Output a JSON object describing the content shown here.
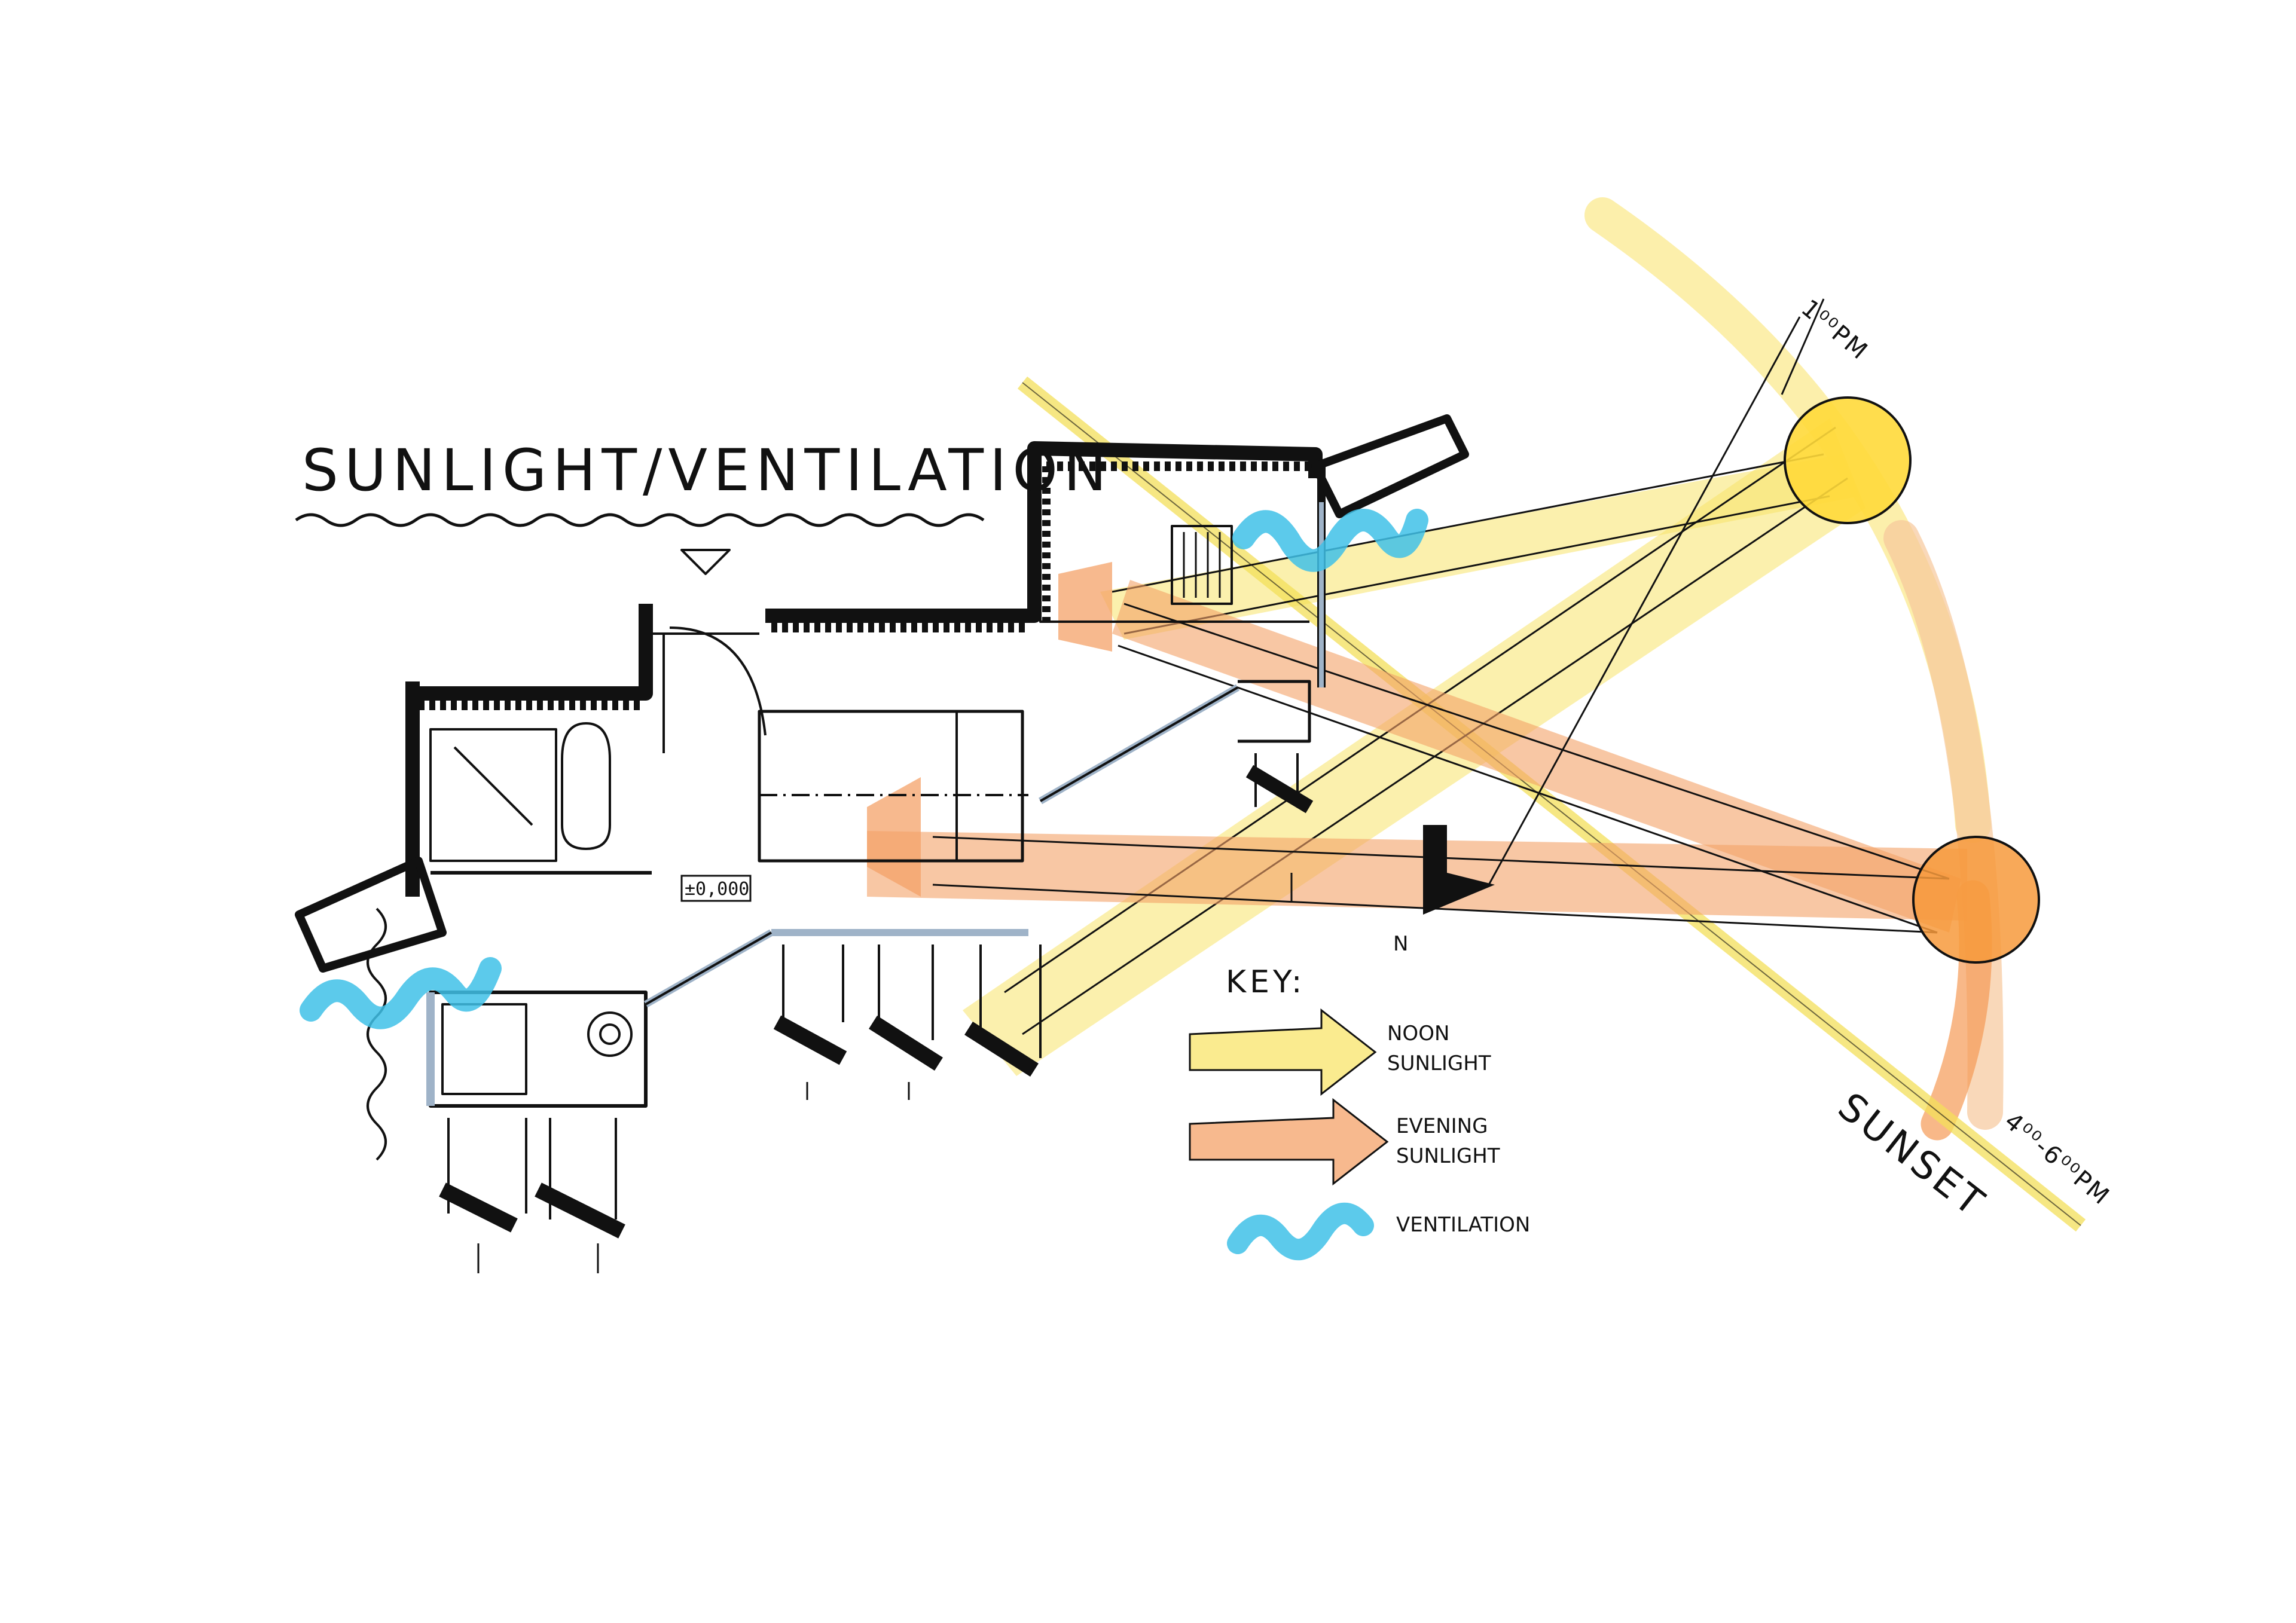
{
  "title": "SUNLIGHT/VENTILATION",
  "level_marker": "±0,000",
  "north_label": "N",
  "sun_times": {
    "noon_time": "1⁰⁰PM",
    "sunset_label": "SUNSET",
    "sunset_time": "4⁰⁰-6⁰⁰PM"
  },
  "key": {
    "heading": "KEY:",
    "items": [
      {
        "label_line1": "NOON",
        "label_line2": "SUNLIGHT",
        "color": "#f7dc4a"
      },
      {
        "label_line1": "EVENING",
        "label_line2": "SUNLIGHT",
        "color": "#f5a870"
      },
      {
        "label_line1": "VENTILATION",
        "label_line2": "",
        "color": "#3fc1e8"
      }
    ]
  },
  "colors": {
    "noon": "#f7dc4a",
    "noon_sun": "#ffd93a",
    "evening": "#f5a26a",
    "evening_sun": "#f79a3c",
    "ventilation": "#3fc1e8",
    "ink": "#111111",
    "glazing": "#9fb3c8"
  }
}
